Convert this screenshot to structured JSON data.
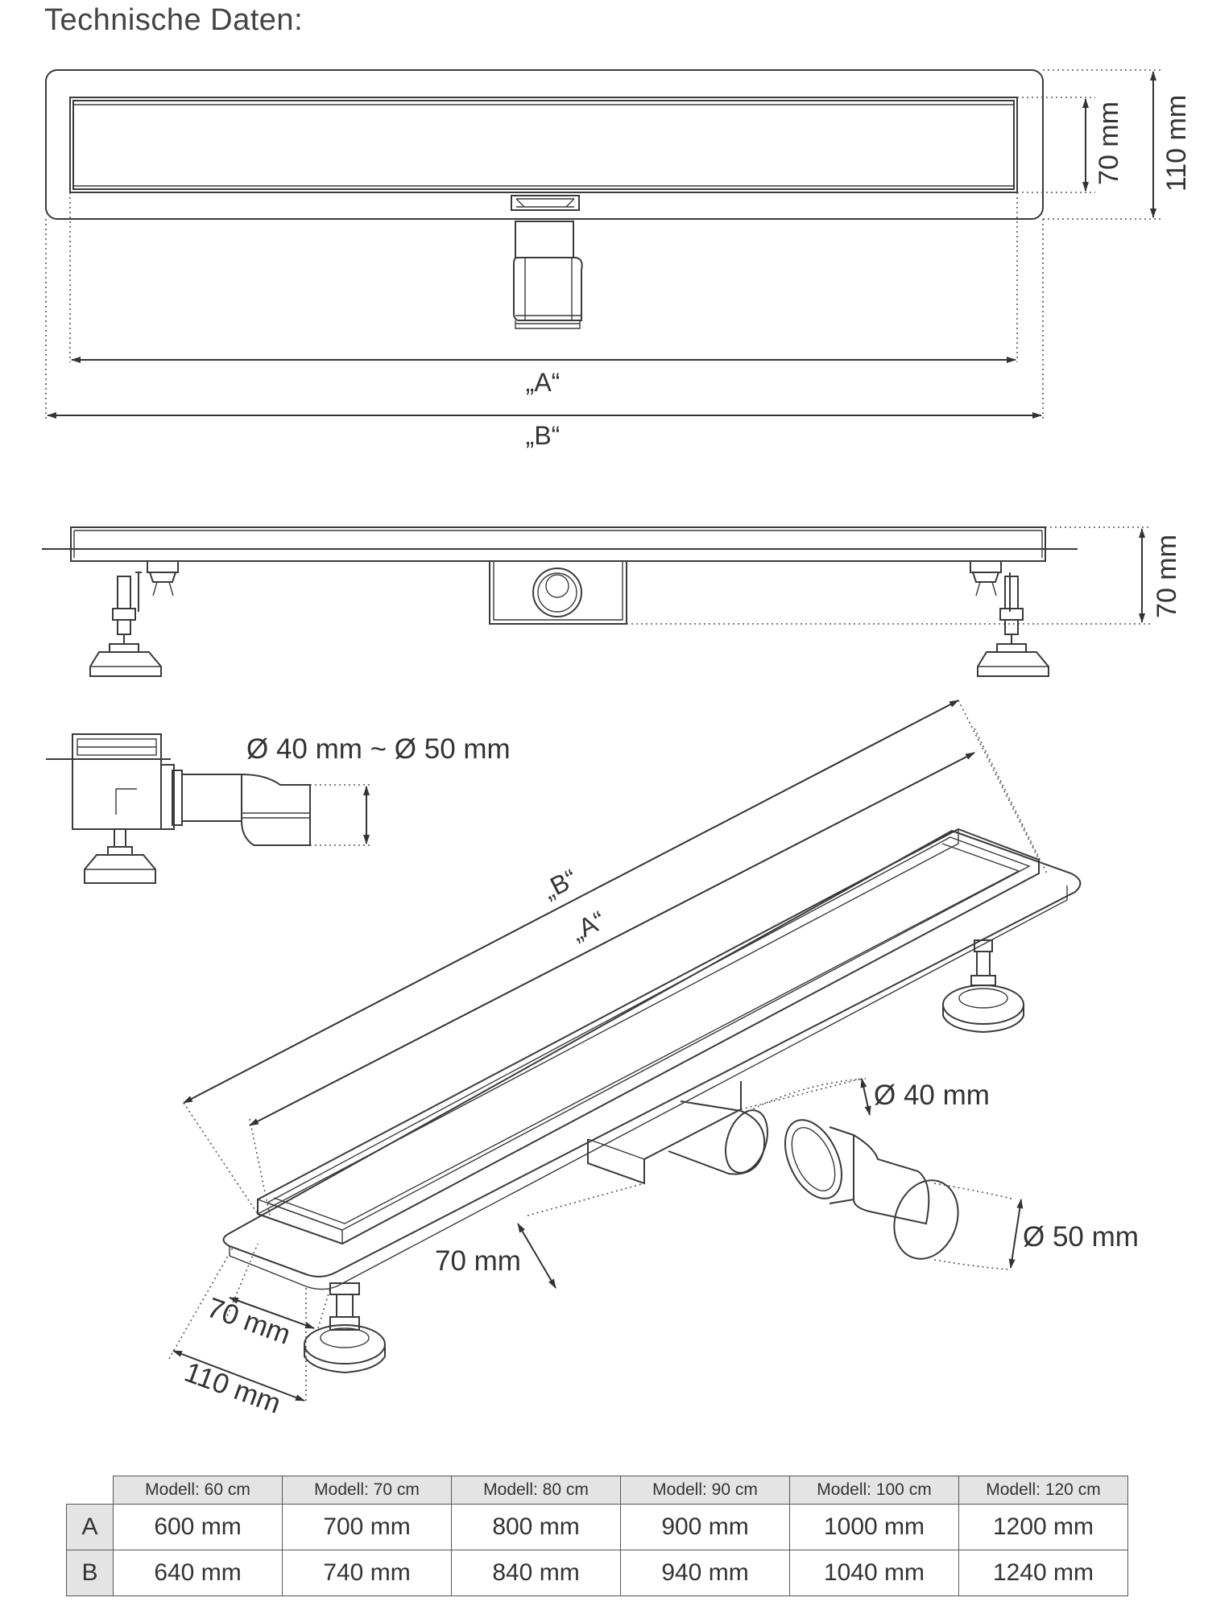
{
  "heading": "Technische Daten:",
  "top_view": {
    "dim_inner_height": "70 mm",
    "dim_outer_height": "110 mm",
    "dim_A": "„A“",
    "dim_B": "„B“"
  },
  "side_view": {
    "dim_height": "70 mm"
  },
  "outlet_view": {
    "dim_diameter": "Ø 40 mm ~ Ø 50 mm"
  },
  "iso_view": {
    "dim_B": "„B“",
    "dim_A": "„A“",
    "dim_outlet_40": "Ø 40 mm",
    "dim_outlet_50": "Ø 50 mm",
    "dim_height": "70 mm",
    "dim_inner_width": "70 mm",
    "dim_outer_width": "110 mm"
  },
  "table": {
    "headers": [
      "Modell: 60 cm",
      "Modell: 70 cm",
      "Modell: 80 cm",
      "Modell: 90 cm",
      "Modell: 100 cm",
      "Modell: 120 cm"
    ],
    "rows": [
      {
        "label": "A",
        "values": [
          "600 mm",
          "700 mm",
          "800 mm",
          "900 mm",
          "1000 mm",
          "1200 mm"
        ]
      },
      {
        "label": "B",
        "values": [
          "640 mm",
          "740 mm",
          "840 mm",
          "940 mm",
          "1040 mm",
          "1240 mm"
        ]
      }
    ]
  },
  "colors": {
    "line": "#3a3a3a",
    "header_fill": "#e4e4e4"
  }
}
